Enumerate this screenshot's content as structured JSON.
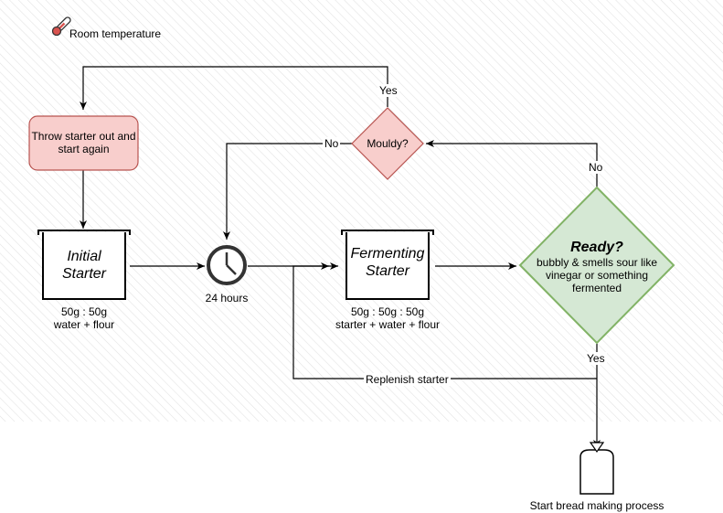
{
  "legend": {
    "room_temperature": "Room temperature",
    "icon": "thermometer-icon"
  },
  "nodes": {
    "throw_out": {
      "line1": "Throw starter out and",
      "line2": "start again",
      "fill": "#f8cecc",
      "stroke": "#b85450"
    },
    "initial_starter": {
      "line1": "Initial",
      "line2": "Starter",
      "caption1": "50g : 50g",
      "caption2": "water + flour"
    },
    "timer": {
      "label": "24 hours",
      "icon": "clock-icon"
    },
    "fermenting_starter": {
      "line1": "Fermenting",
      "line2": "Starter",
      "caption1": "50g : 50g : 50g",
      "caption2": "starter + water + flour"
    },
    "mouldy": {
      "label": "Mouldy?",
      "fill": "#f8cecc",
      "stroke": "#b85450"
    },
    "ready": {
      "title": "Ready?",
      "line1": "bubbly & smells sour like",
      "line2": "vinegar or something",
      "line3": "fermented",
      "fill": "#d5e8d4",
      "stroke": "#82b366"
    },
    "bread": {
      "label": "Start bread making process"
    }
  },
  "edges": {
    "mouldy_yes": "Yes",
    "mouldy_no": "No",
    "ready_no": "No",
    "ready_yes": "Yes",
    "replenish": "Replenish starter"
  }
}
